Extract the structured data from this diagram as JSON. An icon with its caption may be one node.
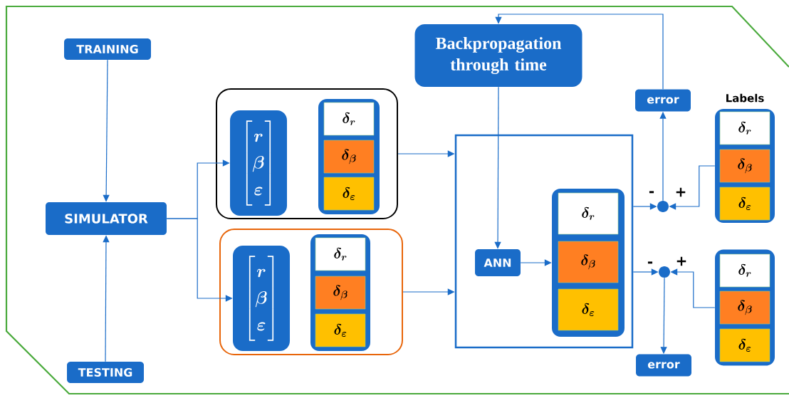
{
  "diagram": {
    "nodes": [
      {
        "text": [
          "TRAINING"
        ]
      },
      {
        "text": [
          "SIMULATOR"
        ]
      },
      {
        "text": [
          "TESTING"
        ]
      },
      {
        "text": [],
        "shape": "box"
      },
      {
        "text": [
          "\\begin{bmatrix} r \\\\ \\beta \\\\ \\varepsilon \\end{bmatrix}"
        ],
        "in": 3
      },
      {
        "text": [],
        "shape": "box",
        "in": 3
      },
      {
        "text": [
          "\\delta_r"
        ],
        "in": 5
      },
      {
        "text": [
          "\\delta_\\beta"
        ],
        "in": 5
      },
      {
        "text": [
          "\\delta_\\varepsilon"
        ],
        "in": 5
      },
      {
        "text": [],
        "shape": "box"
      },
      {
        "text": [
          "\\begin{bmatrix} r \\\\ \\beta \\\\ \\varepsilon \\end{bmatrix}"
        ],
        "in": 9
      },
      {
        "text": [],
        "shape": "box",
        "in": 9
      },
      {
        "text": [
          "\\delta_r"
        ],
        "in": 11
      },
      {
        "text": [
          "\\delta_\\beta"
        ],
        "in": 11
      },
      {
        "text": [
          "\\delta_\\varepsilon"
        ],
        "in": 11
      },
      {
        "text": [
          "Backpropagation through time"
        ]
      },
      {
        "text": [],
        "shape": "box"
      },
      {
        "text": [
          "ANN"
        ],
        "in": 16
      },
      {
        "text": [],
        "shape": "box",
        "in": 16
      },
      {
        "text": [
          "\\delta_r"
        ],
        "in": 18
      },
      {
        "text": [
          "\\delta_\\beta"
        ],
        "in": 18
      },
      {
        "text": [
          "\\delta_\\varepsilon"
        ],
        "in": 18
      },
      {
        "text": [],
        "shape": "circle"
      },
      {
        "text": [
          "error"
        ]
      },
      {
        "text": [
          "Labels"
        ]
      },
      {
        "text": [
          "\\delta_r"
        ],
        "in": 24
      },
      {
        "text": [
          "\\delta_\\beta"
        ],
        "in": 24
      },
      {
        "text": [
          "\\delta_\\varepsilon"
        ],
        "in": 24
      },
      {
        "text": [],
        "shape": "circle"
      },
      {
        "text": [
          "error"
        ]
      },
      {
        "text": [],
        "shape": "box"
      },
      {
        "text": [
          "\\delta_r"
        ],
        "in": 30
      },
      {
        "text": [
          "\\delta_\\beta"
        ],
        "in": 30
      },
      {
        "text": [
          "\\delta_\\varepsilon"
        ],
        "in": 30
      }
    ],
    "edges": [
      {
        "from": 0,
        "to": 1,
        "arrow": "to"
      },
      {
        "from": 2,
        "to": 1,
        "arrow": "to"
      },
      {
        "from": 1,
        "to": 4,
        "arrow": "to"
      },
      {
        "from": 1,
        "to": 10,
        "arrow": "to"
      },
      {
        "from": 3,
        "to": 16,
        "arrow": "to"
      },
      {
        "from": 9,
        "to": 16,
        "arrow": "to"
      },
      {
        "from": 15,
        "to": 17,
        "arrow": "to"
      },
      {
        "from": 17,
        "to": 18,
        "arrow": "to"
      },
      {
        "from": 16,
        "to": 22,
        "arrow": "to"
      },
      {
        "from": 24,
        "to": 22,
        "arrow": "to"
      },
      {
        "from": 22,
        "to": 23,
        "arrow": "to"
      },
      {
        "from": 23,
        "to": 15,
        "arrow": "to"
      },
      {
        "from": 16,
        "to": 28,
        "arrow": "to"
      },
      {
        "from": 30,
        "to": 28,
        "arrow": "to"
      },
      {
        "from": 28,
        "to": 29,
        "arrow": "to"
      }
    ],
    "labels": [
      "-",
      "+",
      "-",
      "+"
    ]
  }
}
